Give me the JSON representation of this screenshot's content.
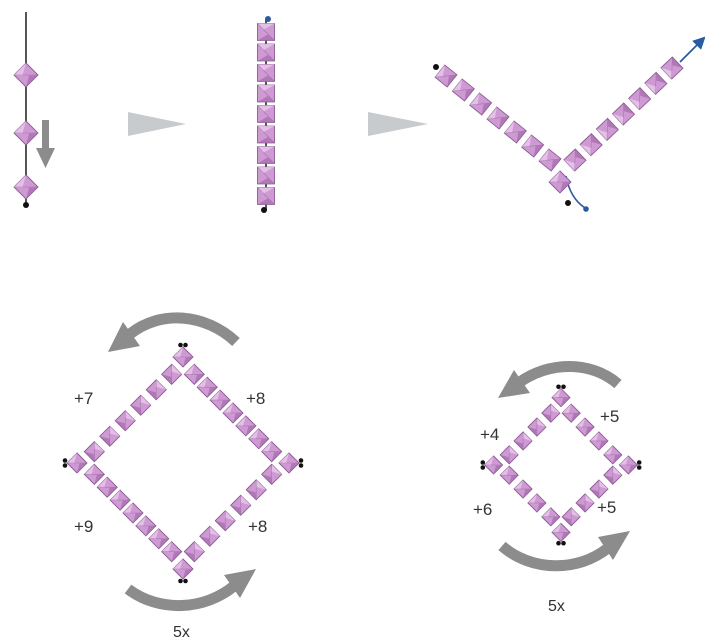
{
  "colors": {
    "bead_fill": "#cf9ad4",
    "bead_facet_light": "#e8c6ea",
    "bead_facet_dark": "#a36aab",
    "bead_outline": "#8a5a92",
    "thread": "#555555",
    "thread_blue": "#2b5aa0",
    "arrow_gray": "#8c8c8c",
    "step_arrow": "#c8cbce",
    "needle_end": "#111111"
  },
  "top_row": {
    "step1_beads": 3,
    "step2_beads": 9,
    "step3_left_arm_beads": 7,
    "step3_right_arm_beads": 7
  },
  "large_square": {
    "labels": {
      "top_left": "+7",
      "top_right": "+8",
      "bottom_left": "+9",
      "bottom_right": "+8"
    },
    "repeat_label": "5x"
  },
  "small_square": {
    "labels": {
      "top_left": "+4",
      "top_right": "+5",
      "bottom_left": "+6",
      "bottom_right": "+5"
    },
    "repeat_label": "5x"
  }
}
